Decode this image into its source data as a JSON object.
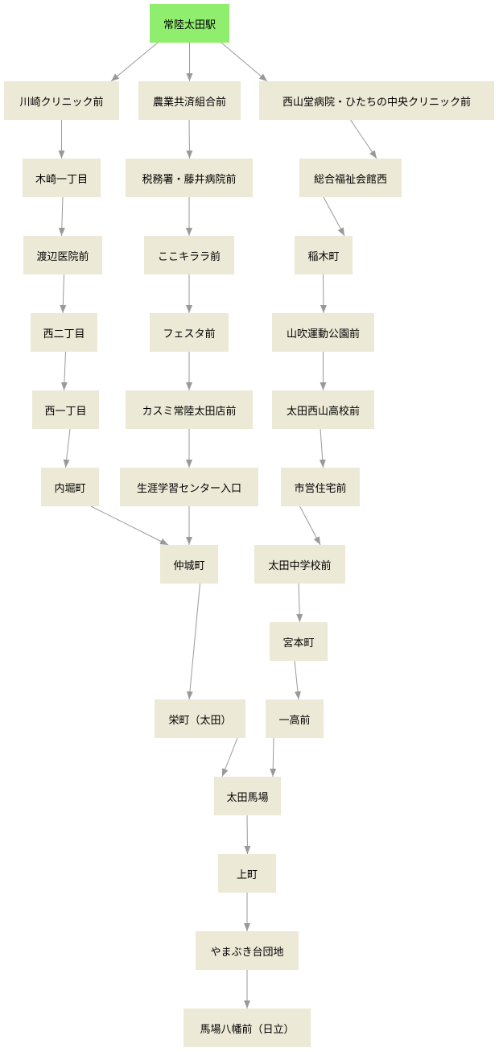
{
  "colors": {
    "start_fill": "#90ee6e",
    "node_fill": "#ece9d6",
    "edge": "#999999",
    "text": "#000000",
    "background": "#ffffff"
  },
  "nodes": {
    "hitachi_ota_station": "常陸太田駅",
    "kawasaki_clinic": "川崎クリニック前",
    "nogyo_kyosai": "農業共済組合前",
    "nishiyamado_hospital": "西山堂病院・ひたちの中央クリニック前",
    "kizaki_1chome": "木崎一丁目",
    "zeimusho_fujii": "税務署・藤井病院前",
    "sogo_fukushi": "総合福祉会館西",
    "watanabe_clinic": "渡辺医院前",
    "koko_kirara": "ここキララ前",
    "inaki_cho": "稲木町",
    "nishi_2chome": "西二丁目",
    "festa": "フェスタ前",
    "yamabuki_park": "山吹運動公園前",
    "nishi_1chome": "西一丁目",
    "kasumi": "カスミ常陸太田店前",
    "ota_nishiyama_hs": "太田西山高校前",
    "uchibori_cho": "内堀町",
    "shogai_gakushu": "生涯学習センター入口",
    "shiei_jutaku": "市営住宅前",
    "nakashiro_cho": "仲城町",
    "ota_jhs": "太田中学校前",
    "miyamoto_cho": "宮本町",
    "sakae_cho": "栄町（太田）",
    "ikko": "一高前",
    "ota_baba": "太田馬場",
    "kami_cho": "上町",
    "yamabukidai": "やまぶき台団地",
    "baba_hachiman": "馬場八幡前（日立）"
  },
  "edges": [
    [
      "hitachi_ota_station",
      "kawasaki_clinic"
    ],
    [
      "hitachi_ota_station",
      "nogyo_kyosai"
    ],
    [
      "hitachi_ota_station",
      "nishiyamado_hospital"
    ],
    [
      "kawasaki_clinic",
      "kizaki_1chome"
    ],
    [
      "kizaki_1chome",
      "watanabe_clinic"
    ],
    [
      "watanabe_clinic",
      "nishi_2chome"
    ],
    [
      "nishi_2chome",
      "nishi_1chome"
    ],
    [
      "nishi_1chome",
      "uchibori_cho"
    ],
    [
      "uchibori_cho",
      "nakashiro_cho"
    ],
    [
      "nogyo_kyosai",
      "zeimusho_fujii"
    ],
    [
      "zeimusho_fujii",
      "koko_kirara"
    ],
    [
      "koko_kirara",
      "festa"
    ],
    [
      "festa",
      "kasumi"
    ],
    [
      "kasumi",
      "shogai_gakushu"
    ],
    [
      "shogai_gakushu",
      "nakashiro_cho"
    ],
    [
      "nakashiro_cho",
      "sakae_cho"
    ],
    [
      "nishiyamado_hospital",
      "sogo_fukushi"
    ],
    [
      "sogo_fukushi",
      "inaki_cho"
    ],
    [
      "inaki_cho",
      "yamabuki_park"
    ],
    [
      "yamabuki_park",
      "ota_nishiyama_hs"
    ],
    [
      "ota_nishiyama_hs",
      "shiei_jutaku"
    ],
    [
      "shiei_jutaku",
      "ota_jhs"
    ],
    [
      "ota_jhs",
      "miyamoto_cho"
    ],
    [
      "miyamoto_cho",
      "ikko"
    ],
    [
      "sakae_cho",
      "ota_baba"
    ],
    [
      "ikko",
      "ota_baba"
    ],
    [
      "ota_baba",
      "kami_cho"
    ],
    [
      "kami_cho",
      "yamabukidai"
    ],
    [
      "yamabukidai",
      "baba_hachiman"
    ]
  ]
}
